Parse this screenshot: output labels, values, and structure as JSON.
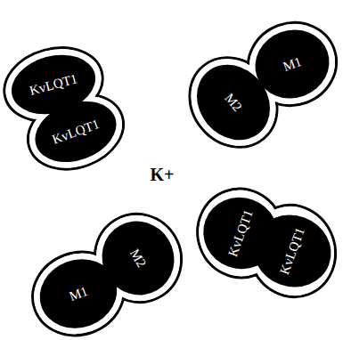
{
  "diagram": {
    "nodes": [
      {
        "text": [
          "KvLQT1"
        ]
      },
      {
        "text": [
          "KvLQT1"
        ]
      },
      {
        "text": [
          "M1"
        ]
      },
      {
        "text": [
          "M2"
        ]
      },
      {
        "text": [
          "KvLQT1"
        ]
      },
      {
        "text": [
          "KvLQT1"
        ]
      },
      {
        "text": [
          "M2"
        ]
      },
      {
        "text": [
          "M1"
        ]
      }
    ],
    "labels": [
      "K+"
    ]
  }
}
